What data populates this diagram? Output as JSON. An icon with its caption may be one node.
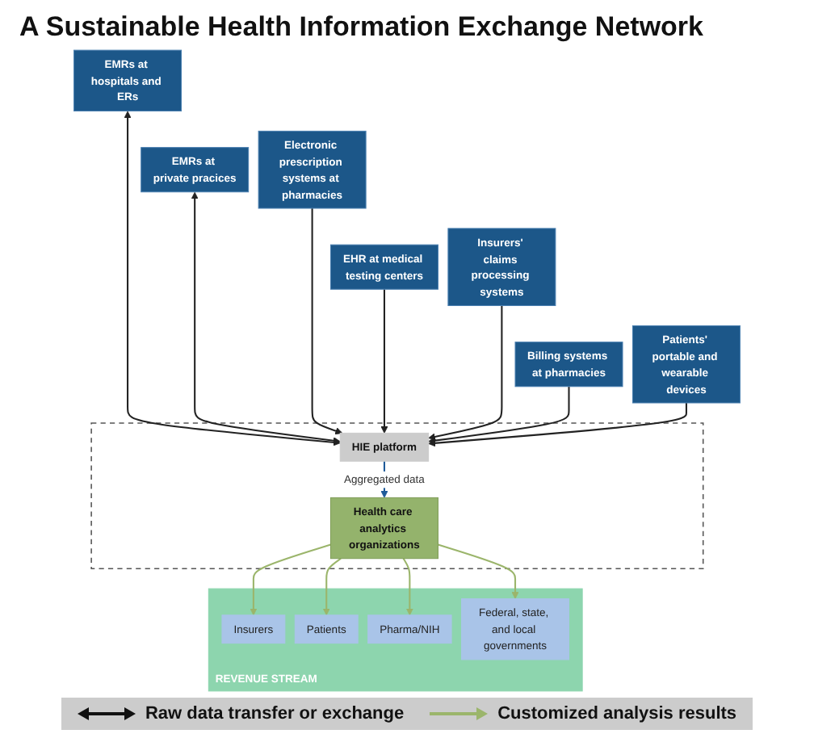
{
  "diagram": {
    "title": "A Sustainable Health Information Exchange Network",
    "nodes": [
      {
        "text": [
          "EMRs at hospitals and ERs"
        ]
      },
      {
        "text": [
          "EMRs at private pracices"
        ]
      },
      {
        "text": [
          "Electronic prescription systems at pharmacies"
        ]
      },
      {
        "text": [
          "EHR at medical testing centers"
        ]
      },
      {
        "text": [
          "Insurers' claims processing systems"
        ]
      },
      {
        "text": [],
        "shape": "box"
      },
      {
        "text": [
          "HIE platform"
        ],
        "in": 5
      },
      {
        "text": [
          "Billing systems at pharmacies"
        ]
      },
      {
        "text": [
          "Patients' portable and wearable devices"
        ]
      },
      {
        "text": [
          "Health care analytics organizations"
        ],
        "in": 5
      },
      {
        "text": [
          "REVENUE STREAM"
        ]
      },
      {
        "text": [
          "Insurers"
        ],
        "in": 10
      },
      {
        "text": [
          "Patients"
        ],
        "in": 10
      },
      {
        "text": [
          "Pharma/NIH"
        ],
        "in": 10
      },
      {
        "text": [
          "Federal, state, and local governments"
        ],
        "in": 10
      }
    ],
    "edges": [
      {
        "from": 0,
        "to": 6,
        "arrow": "both"
      },
      {
        "from": 1,
        "to": 6,
        "arrow": "both"
      },
      {
        "from": 2,
        "to": 6,
        "arrow": "to"
      },
      {
        "from": 3,
        "to": 6,
        "arrow": "to"
      },
      {
        "from": 4,
        "to": 6,
        "arrow": "to"
      },
      {
        "from": 7,
        "to": 6,
        "arrow": "to"
      },
      {
        "from": 8,
        "to": 6,
        "arrow": "to"
      },
      {
        "from": 6,
        "to": 9,
        "arrow": "to",
        "label": "Aggregated data",
        "color": "#1f5b99"
      },
      {
        "from": 9,
        "to": 11,
        "arrow": "to",
        "color": "#9bb56b"
      },
      {
        "from": 9,
        "to": 12,
        "arrow": "to",
        "color": "#9bb56b"
      },
      {
        "from": 9,
        "to": 13,
        "arrow": "to",
        "color": "#9bb56b"
      },
      {
        "from": 9,
        "to": 14,
        "arrow": "to",
        "color": "#9bb56b"
      }
    ],
    "legend": [
      {
        "text": "Raw data transfer or exchange"
      },
      {
        "text": "Customized analysis results"
      }
    ]
  }
}
